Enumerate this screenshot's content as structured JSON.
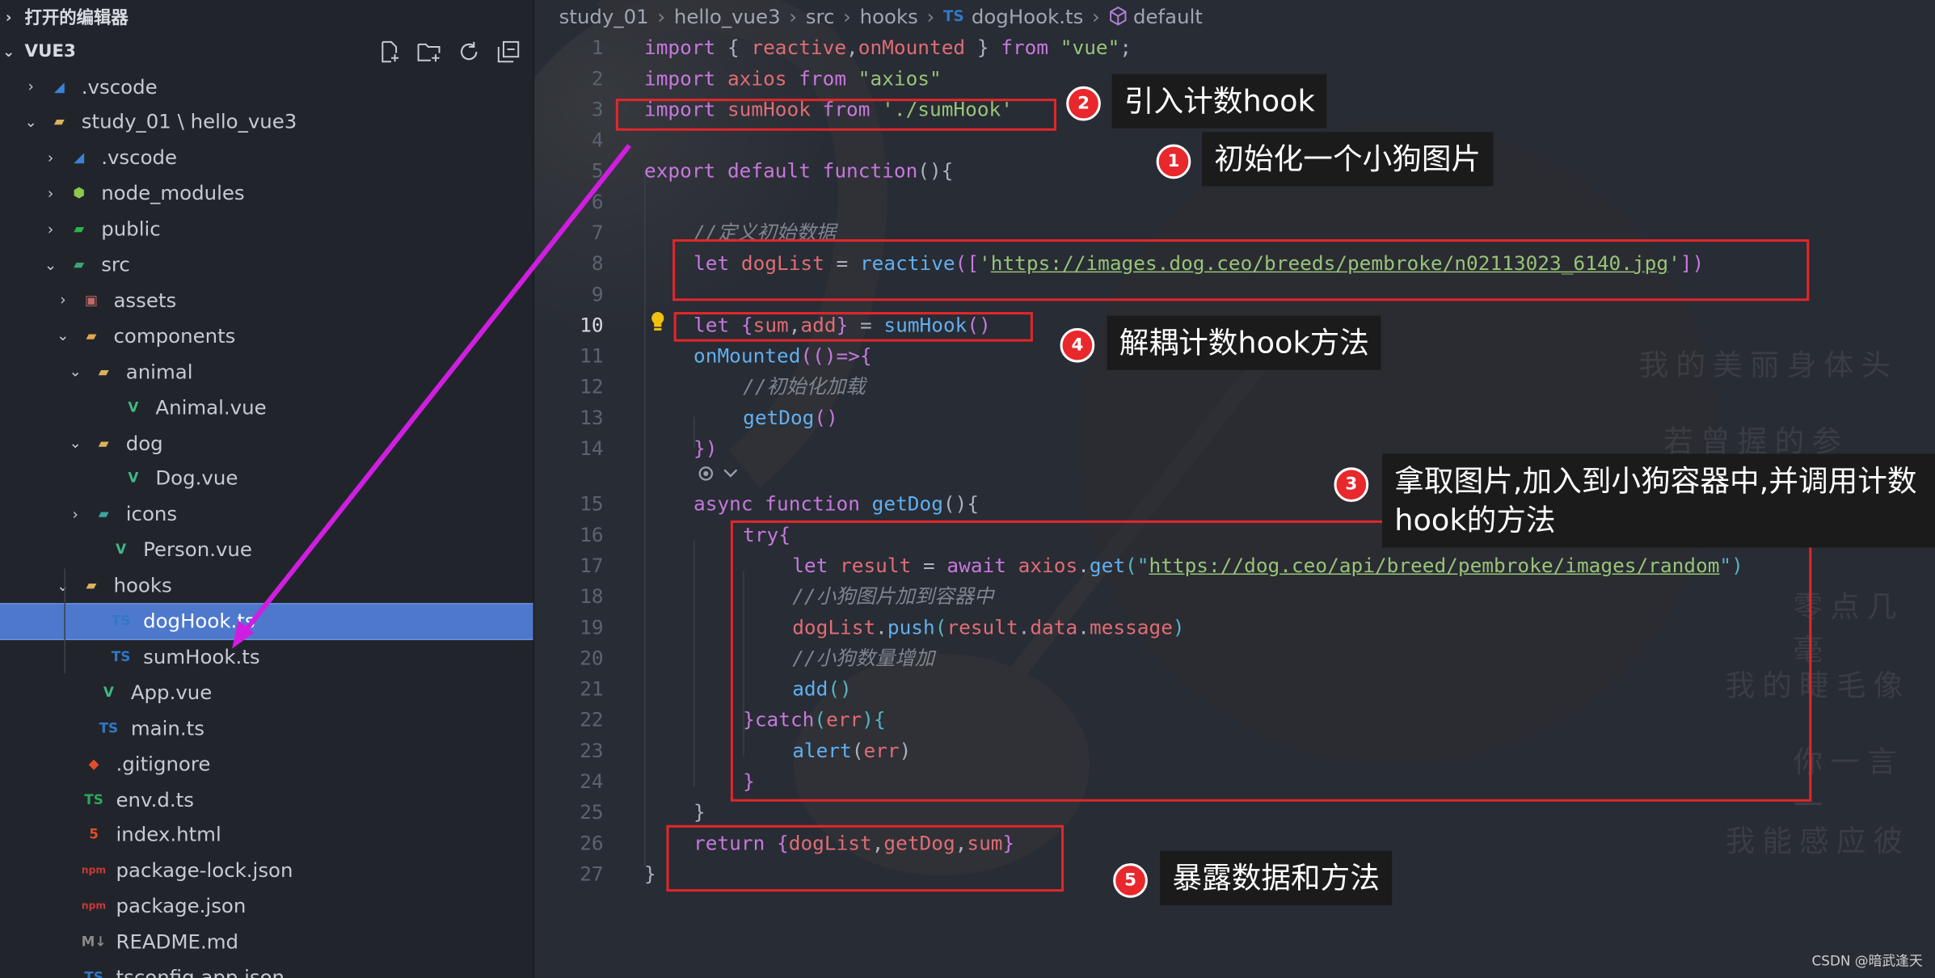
{
  "sidebar": {
    "open_editors": "打开的编辑器",
    "workspace": "VUE3",
    "tools": [
      "new-file-icon",
      "new-folder-icon",
      "refresh-icon",
      "collapse-icon"
    ],
    "tree": [
      {
        "label": ".vscode",
        "tw": "›",
        "icon": "vscode"
      },
      {
        "label": "study_01 \\ hello_vue3",
        "tw": "⌄",
        "icon": "folder-open"
      },
      {
        "label": ".vscode",
        "tw": "›",
        "icon": "vscode"
      },
      {
        "label": "node_modules",
        "tw": "›",
        "icon": "node"
      },
      {
        "label": "public",
        "tw": "›",
        "icon": "public"
      },
      {
        "label": "src",
        "tw": "⌄",
        "icon": "src"
      },
      {
        "label": "assets",
        "tw": "›",
        "icon": "assets"
      },
      {
        "label": "components",
        "tw": "⌄",
        "icon": "components"
      },
      {
        "label": "animal",
        "tw": "⌄",
        "icon": "folder-open"
      },
      {
        "label": "Animal.vue",
        "tw": "",
        "icon": "vue"
      },
      {
        "label": "dog",
        "tw": "⌄",
        "icon": "folder-open"
      },
      {
        "label": "Dog.vue",
        "tw": "",
        "icon": "vue"
      },
      {
        "label": "icons",
        "tw": "›",
        "icon": "icons"
      },
      {
        "label": "Person.vue",
        "tw": "",
        "icon": "vue"
      },
      {
        "label": "hooks",
        "tw": "⌄",
        "icon": "folder-open"
      },
      {
        "label": "dogHook.ts",
        "tw": "",
        "icon": "ts"
      },
      {
        "label": "sumHook.ts",
        "tw": "",
        "icon": "ts"
      },
      {
        "label": "App.vue",
        "tw": "",
        "icon": "vue"
      },
      {
        "label": "main.ts",
        "tw": "",
        "icon": "ts"
      },
      {
        "label": ".gitignore",
        "tw": "",
        "icon": "git"
      },
      {
        "label": "env.d.ts",
        "tw": "",
        "icon": "ts-green"
      },
      {
        "label": "index.html",
        "tw": "",
        "icon": "html"
      },
      {
        "label": "package-lock.json",
        "tw": "",
        "icon": "npm"
      },
      {
        "label": "package.json",
        "tw": "",
        "icon": "npm"
      },
      {
        "label": "README.md",
        "tw": "",
        "icon": "md"
      },
      {
        "label": "tsconfig.app.json",
        "tw": "",
        "icon": "ts"
      }
    ]
  },
  "breadcrumb": [
    "study_01",
    "hello_vue3",
    "src",
    "hooks",
    "dogHook.ts",
    "default"
  ],
  "breadcrumb_ts": "TS",
  "gutter": {
    "lines": [
      "1",
      "2",
      "3",
      "4",
      "5",
      "6",
      "7",
      "8",
      "9",
      "10",
      "11",
      "12",
      "13",
      "14",
      "15",
      "16",
      "17",
      "18",
      "19",
      "20",
      "21",
      "22",
      "23",
      "24",
      "25",
      "26",
      "27"
    ],
    "current": "10"
  },
  "code": {
    "l1": [
      [
        "import ",
        "kw"
      ],
      [
        "{ ",
        "pn"
      ],
      [
        "reactive",
        "var"
      ],
      [
        ",",
        "pn"
      ],
      [
        "onMounted",
        "var"
      ],
      [
        " } ",
        "pn"
      ],
      [
        "from ",
        "kw"
      ],
      [
        "\"vue\"",
        "str"
      ],
      [
        ";",
        "pn"
      ]
    ],
    "l2": [
      [
        "import ",
        "kw"
      ],
      [
        "axios ",
        "var"
      ],
      [
        "from ",
        "kw"
      ],
      [
        "\"axios\"",
        "str"
      ]
    ],
    "l3": [
      [
        "import ",
        "kw"
      ],
      [
        "sumHook ",
        "var"
      ],
      [
        "from ",
        "kw"
      ],
      [
        "'./sumHook'",
        "str"
      ]
    ],
    "l4": [],
    "l5": [
      [
        "export ",
        "kw"
      ],
      [
        "default ",
        "kw"
      ],
      [
        "function",
        "kw"
      ],
      [
        "(){",
        "pn"
      ]
    ],
    "l6": [],
    "l7": [
      [
        "//定义初始数据",
        "cm"
      ]
    ],
    "l8": [
      [
        "let ",
        "kw"
      ],
      [
        "dogList ",
        "var"
      ],
      [
        "= ",
        "pn"
      ],
      [
        "reactive",
        "fn"
      ],
      [
        "([",
        "br"
      ],
      [
        "'",
        "str"
      ],
      [
        "https://images.dog.ceo/breeds/pembroke/n02113023_6140.jpg",
        "url"
      ],
      [
        "'",
        "str"
      ],
      [
        "])",
        "br"
      ]
    ],
    "l9": [],
    "l10": [
      [
        "let ",
        "kw"
      ],
      [
        "{",
        "br"
      ],
      [
        "sum",
        "var"
      ],
      [
        ",",
        "pn"
      ],
      [
        "add",
        "var"
      ],
      [
        "} ",
        "br"
      ],
      [
        "= ",
        "pn"
      ],
      [
        "sumHook",
        "fn"
      ],
      [
        "()",
        "br"
      ]
    ],
    "l11": [
      [
        "onMounted",
        "fn"
      ],
      [
        "(()=>{",
        "br"
      ]
    ],
    "l12": [
      [
        "//初始化加载",
        "cm"
      ]
    ],
    "l13": [
      [
        "getDog",
        "fn"
      ],
      [
        "()",
        "br"
      ]
    ],
    "l14": [
      [
        "})",
        "br"
      ]
    ],
    "l15": [
      [
        "async ",
        "kw"
      ],
      [
        "function ",
        "kw"
      ],
      [
        "getDog",
        "fn"
      ],
      [
        "(){",
        "pn"
      ]
    ],
    "l16": [
      [
        "try",
        "kw"
      ],
      [
        "{",
        "br"
      ]
    ],
    "l17": [
      [
        "let ",
        "kw"
      ],
      [
        "result ",
        "var"
      ],
      [
        "= ",
        "pn"
      ],
      [
        "await ",
        "kw"
      ],
      [
        "axios",
        "var"
      ],
      [
        ".",
        "pn"
      ],
      [
        "get",
        "fn"
      ],
      [
        "(\"",
        "bb"
      ],
      [
        "https://dog.ceo/api/breed/pembroke/images/random",
        "url"
      ],
      [
        "\")",
        "bb"
      ]
    ],
    "l18": [
      [
        "//小狗图片加到容器中",
        "cm"
      ]
    ],
    "l19": [
      [
        "dogList",
        "var"
      ],
      [
        ".",
        "pn"
      ],
      [
        "push",
        "fn"
      ],
      [
        "(",
        "bb"
      ],
      [
        "result",
        "var"
      ],
      [
        ".",
        "pn"
      ],
      [
        "data",
        "var"
      ],
      [
        ".",
        "pn"
      ],
      [
        "message",
        "var"
      ],
      [
        ")",
        "bb"
      ]
    ],
    "l20": [
      [
        "//小狗数量增加",
        "cm"
      ]
    ],
    "l21": [
      [
        "add",
        "fn"
      ],
      [
        "()",
        "bb"
      ]
    ],
    "l22": [
      [
        "}",
        "br"
      ],
      [
        "catch",
        "kw"
      ],
      [
        "(",
        "bb"
      ],
      [
        "err",
        "var"
      ],
      [
        "){",
        "bb"
      ]
    ],
    "l23": [
      [
        "alert",
        "fn"
      ],
      [
        "(",
        "pn"
      ],
      [
        "err",
        "var"
      ],
      [
        ")",
        "pn"
      ]
    ],
    "l24": [
      [
        "}",
        "br"
      ]
    ],
    "l25": [
      [
        "}",
        "pn"
      ]
    ],
    "l26": [
      [
        "return ",
        "kw"
      ],
      [
        "{",
        "br"
      ],
      [
        "dogList",
        "var"
      ],
      [
        ",",
        "pn"
      ],
      [
        "getDog",
        "var"
      ],
      [
        ",",
        "pn"
      ],
      [
        "sum",
        "var"
      ],
      [
        "}",
        "br"
      ]
    ],
    "l27": [
      [
        "}",
        "pn"
      ]
    ]
  },
  "annotations": [
    {
      "num": "1",
      "text": "初始化一个小狗图片"
    },
    {
      "num": "2",
      "text": "引入计数hook"
    },
    {
      "num": "3",
      "text": "拿取图片,加入到小狗容器中,并调用计数hook的方法"
    },
    {
      "num": "4",
      "text": "解耦计数hook方法"
    },
    {
      "num": "5",
      "text": "暴露数据和方法"
    }
  ],
  "watermark": "CSDN @暗武逢天",
  "colors": {
    "arrow": "#d01ee0",
    "box": "#e0272b",
    "badge": "#e8282c",
    "selection": "#4d78cc"
  }
}
